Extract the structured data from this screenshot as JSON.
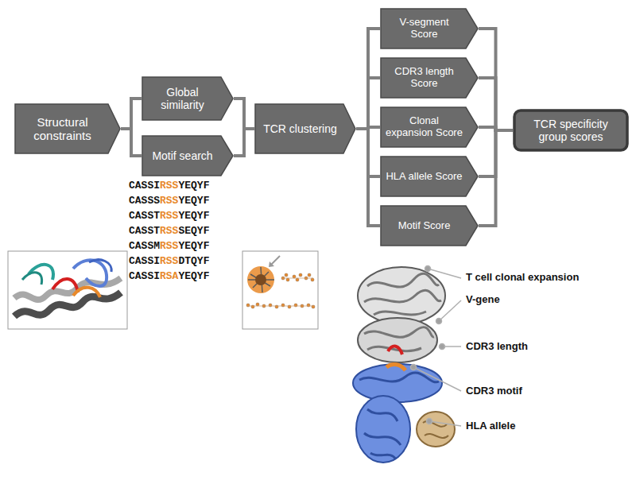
{
  "diagram": {
    "nodes": [
      {
        "text": [
          "Structural constraints"
        ]
      },
      {
        "text": [
          "Global similarity"
        ]
      },
      {
        "text": [
          "Motif search"
        ]
      },
      {
        "text": [
          "TCR clustering"
        ]
      },
      {
        "text": [
          "V-segment Score"
        ]
      },
      {
        "text": [
          "CDR3 length Score"
        ]
      },
      {
        "text": [
          "Clonal expansion Score"
        ]
      },
      {
        "text": [
          "HLA allele Score"
        ]
      },
      {
        "text": [
          "Motif Score"
        ]
      },
      {
        "text": [
          "TCR specificity group scores"
        ]
      }
    ],
    "edges": [
      {
        "from": 0,
        "to": 1,
        "arrow": "none"
      },
      {
        "from": 0,
        "to": 2,
        "arrow": "none"
      },
      {
        "from": 1,
        "to": 3,
        "arrow": "none"
      },
      {
        "from": 2,
        "to": 3,
        "arrow": "none"
      },
      {
        "from": 3,
        "to": 4,
        "arrow": "none"
      },
      {
        "from": 3,
        "to": 5,
        "arrow": "none"
      },
      {
        "from": 3,
        "to": 6,
        "arrow": "none"
      },
      {
        "from": 3,
        "to": 7,
        "arrow": "none"
      },
      {
        "from": 3,
        "to": 8,
        "arrow": "none"
      },
      {
        "from": 4,
        "to": 9,
        "arrow": "none"
      },
      {
        "from": 5,
        "to": 9,
        "arrow": "none"
      },
      {
        "from": 6,
        "to": 9,
        "arrow": "none"
      },
      {
        "from": 7,
        "to": 9,
        "arrow": "none"
      },
      {
        "from": 8,
        "to": 9,
        "arrow": "none"
      }
    ],
    "labels": [
      "CASSIRSSYEQYF",
      "CASSSRSSYEQYF",
      "CASSTRSSYEQYF",
      "CASSTRSSSEQYF",
      "CASSMRSSYEQYF",
      "CASSIRSSDTQYF",
      "CASSIRSAYEQYF",
      "T cell clonal expansion",
      "V-gene",
      "CDR3 length",
      "CDR3 motif",
      "HLA allele"
    ]
  }
}
